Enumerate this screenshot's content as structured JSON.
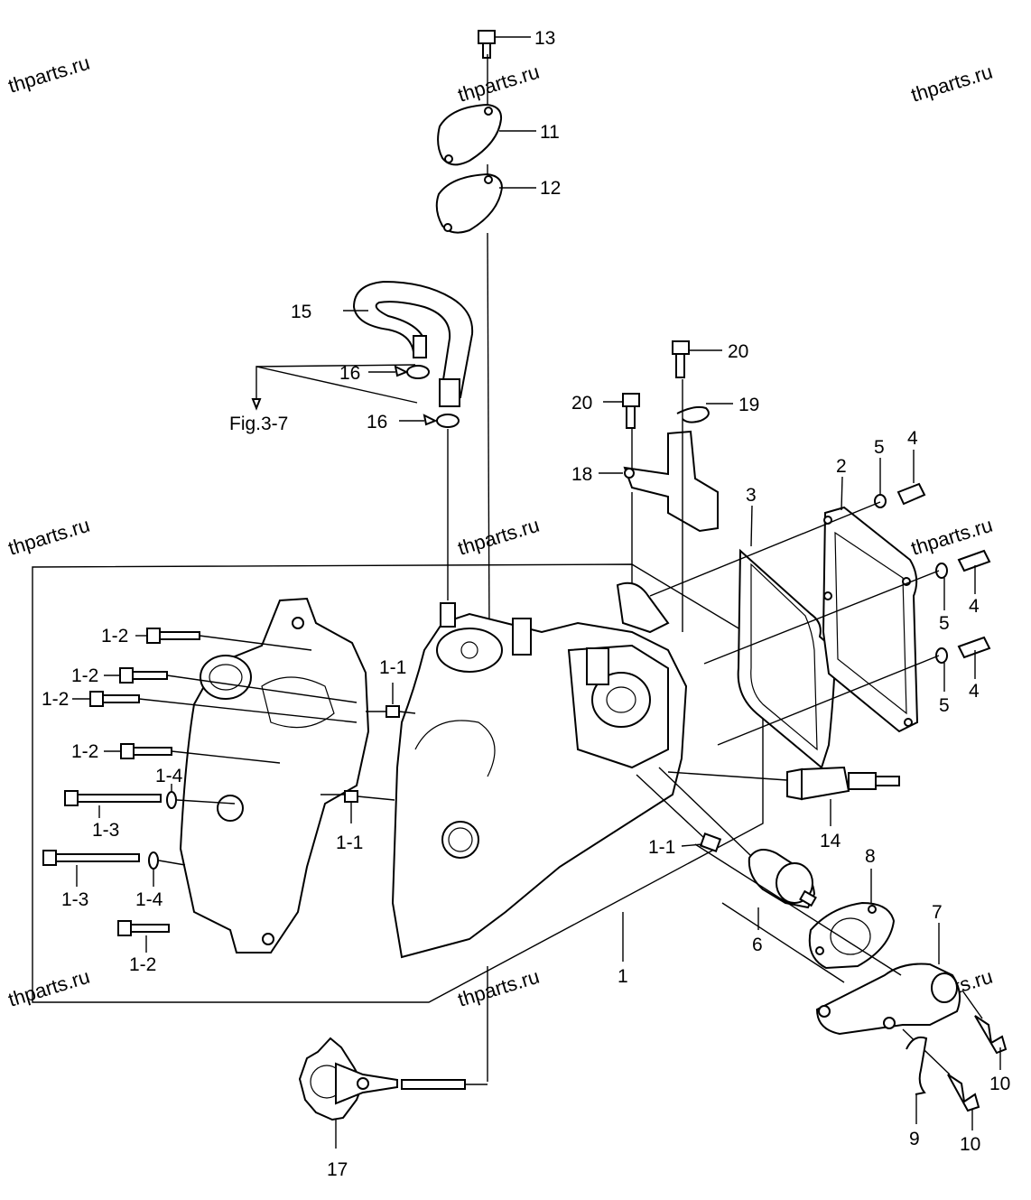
{
  "watermark": "thparts.ru",
  "reference": "Fig.3-7",
  "callouts": {
    "c13": "13",
    "c11": "11",
    "c12": "12",
    "c15": "15",
    "c16a": "16",
    "c16b": "16",
    "c20a": "20",
    "c20b": "20",
    "c19": "19",
    "c18": "18",
    "c3": "3",
    "c2": "2",
    "c5a": "5",
    "c4a": "4",
    "c4b": "4",
    "c5b": "5",
    "c5c": "5",
    "c4c": "4",
    "c1_2a": "1-2",
    "c1_2b": "1-2",
    "c1_2c": "1-2",
    "c1_2d": "1-2",
    "c1_2e": "1-2",
    "c1_1a": "1-1",
    "c1_1b": "1-1",
    "c1_1c": "1-1",
    "c1_4a": "1-4",
    "c1_4b": "1-4",
    "c1_3a": "1-3",
    "c1_3b": "1-3",
    "c14": "14",
    "c8": "8",
    "c6": "6",
    "c7": "7",
    "c1": "1",
    "c10a": "10",
    "c10b": "10",
    "c9": "9",
    "c17": "17"
  }
}
